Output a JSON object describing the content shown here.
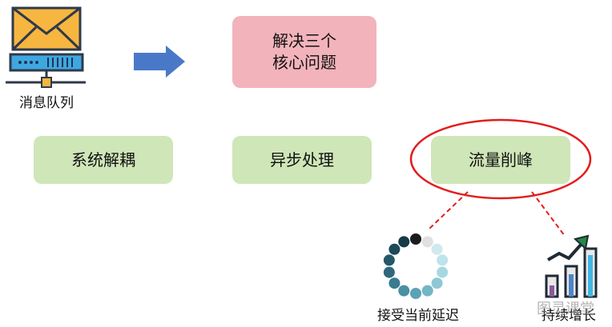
{
  "mq": {
    "label": "消息队列"
  },
  "problems": {
    "title": "解决三个\n核心问题"
  },
  "boxes": [
    {
      "label": "系统解耦"
    },
    {
      "label": "异步处理"
    },
    {
      "label": "流量削峰"
    }
  ],
  "spinner": {
    "label": "接受当前延迟"
  },
  "growth": {
    "label": "持续增长"
  },
  "watermark": {
    "text": "图灵课堂"
  },
  "colors": {
    "green_box": "#cfe6b8",
    "pink_box": "#f3b3bb",
    "arrow": "#4a78c8",
    "highlight": "#e31d1d"
  },
  "icons": [
    "envelope-server-icon",
    "arrow-right-icon",
    "loading-spinner-icon",
    "growth-chart-icon"
  ]
}
